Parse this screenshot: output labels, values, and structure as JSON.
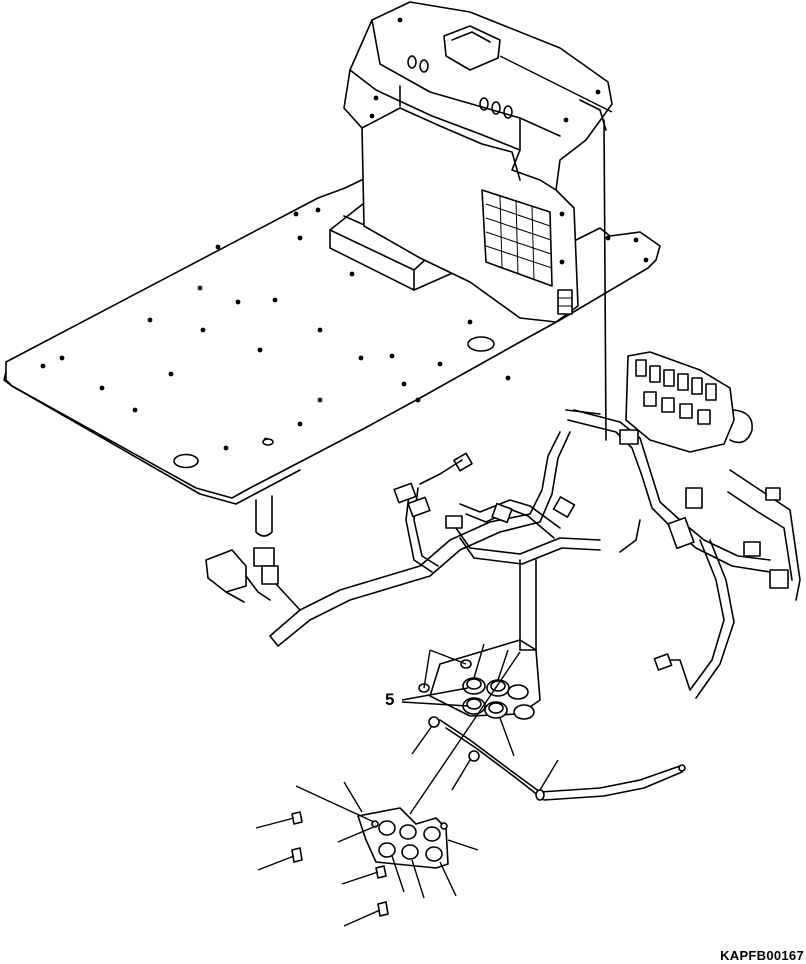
{
  "drawing": {
    "callout_labels": [
      {
        "id": "part-5",
        "text": "5"
      }
    ],
    "figure_code": "KAPFB00167"
  }
}
